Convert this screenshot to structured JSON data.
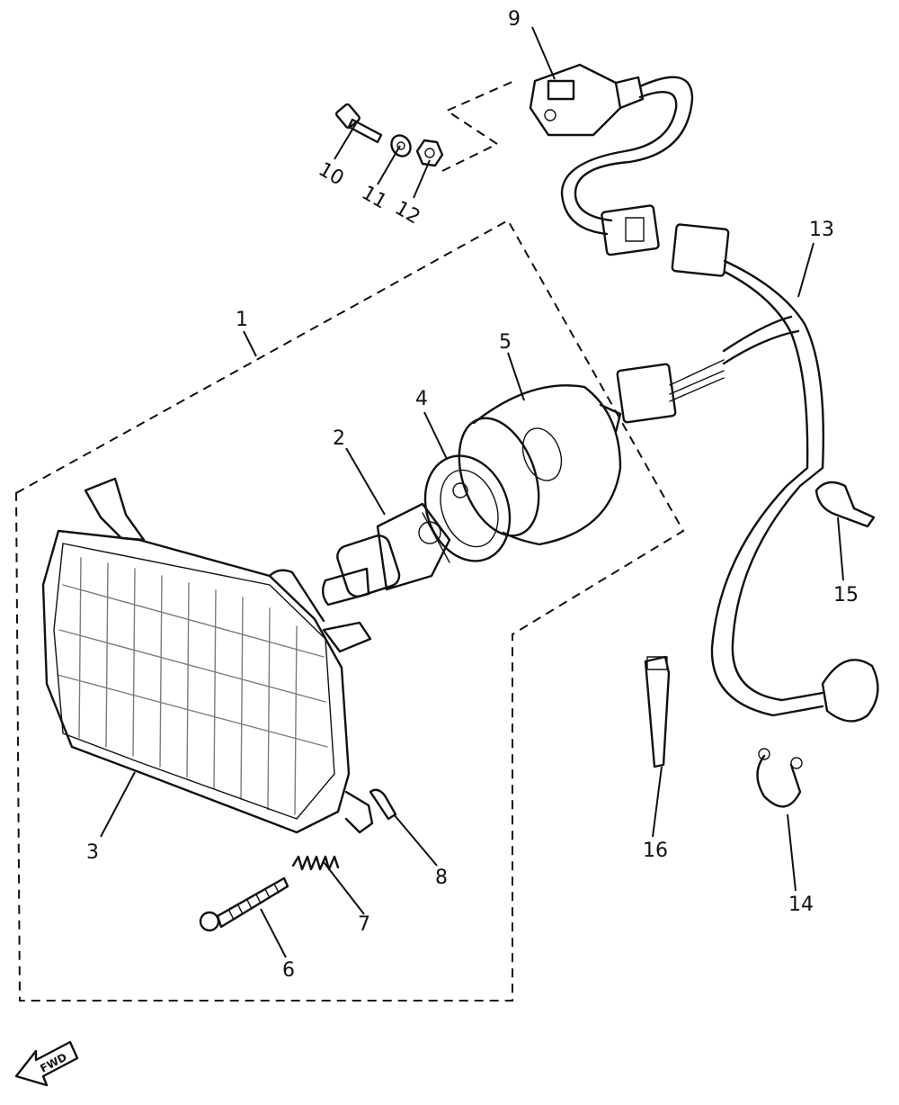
{
  "callouts": {
    "c1": "1",
    "c2": "2",
    "c3": "3",
    "c4": "4",
    "c5": "5",
    "c6": "6",
    "c7": "7",
    "c8": "8",
    "c9": "9",
    "c10": "10",
    "c11": "11",
    "c12": "12",
    "c13": "13",
    "c14": "14",
    "c15": "15",
    "c16": "16"
  },
  "forward_arrow": {
    "label": "FWD"
  },
  "icons": {
    "forward": "forward-arrow-icon"
  }
}
